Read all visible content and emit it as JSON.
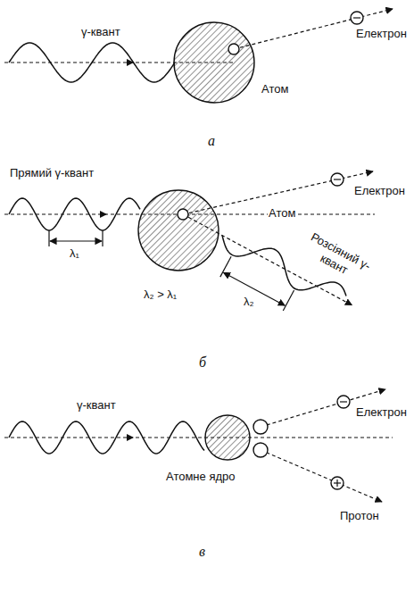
{
  "diagram": {
    "labels": [
      "γ-квант",
      "Електрон",
      "Атом",
      "а",
      "Прямий γ-квант",
      "Електрон",
      "Атом",
      "λ₁",
      "λ₂ > λ₁",
      "Розсіяний γ-квант",
      "λ₂",
      "б",
      "γ-квант",
      "Електрон",
      "Атомне ядро",
      "Протон",
      "в"
    ]
  }
}
